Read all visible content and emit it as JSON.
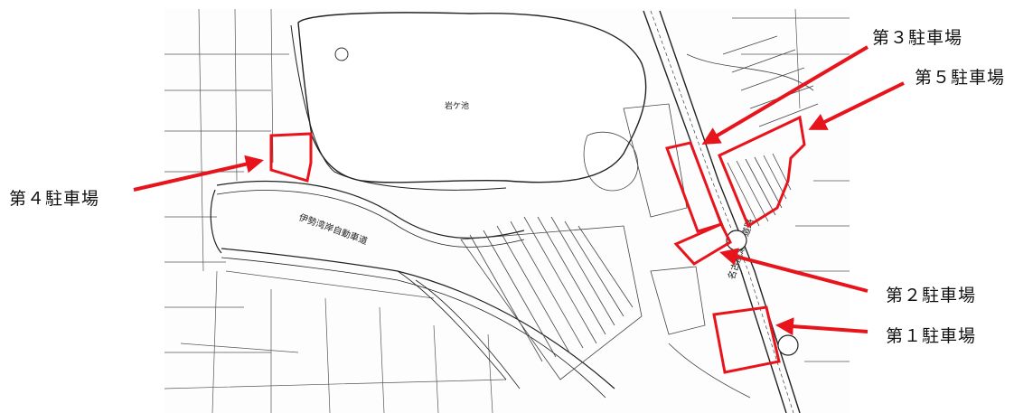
{
  "map": {
    "pond_name": "岩ケ池",
    "expressway_name": "伊勢湾岸自動車道",
    "road_name": "名古屋瀬戸道路"
  },
  "parking": {
    "lot1": "第１駐車場",
    "lot2": "第２駐車場",
    "lot3": "第３駐車場",
    "lot4": "第４駐車場",
    "lot5": "第５駐車場"
  },
  "colors": {
    "highlight": "#e8141c",
    "linework": "#333333",
    "background": "#ffffff"
  }
}
